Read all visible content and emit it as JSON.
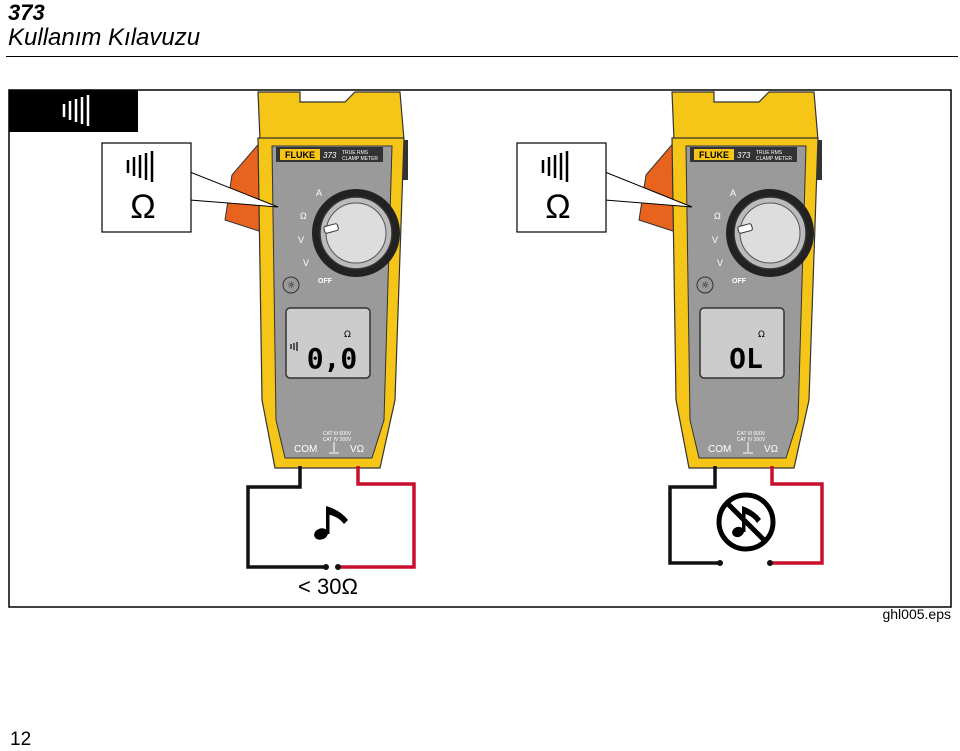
{
  "header": {
    "model": "373",
    "title": "Kullanım Kılavuzu"
  },
  "figure": {
    "caption": "ghl005.eps",
    "function_symbol": "Ω",
    "meters": [
      {
        "brand": "FLUKE",
        "model": "373",
        "subtitle_1": "TRUE RMS",
        "subtitle_2": "CLAMP METER",
        "display_unit": "Ω",
        "display_value": "0,0",
        "beeper_on": true,
        "tone": "note-icon"
      },
      {
        "brand": "FLUKE",
        "model": "373",
        "subtitle_1": "TRUE RMS",
        "subtitle_2": "CLAMP METER",
        "display_unit": "Ω",
        "display_value": "OL",
        "beeper_on": false,
        "tone": "no-note-icon"
      }
    ],
    "dial_labels": {
      "amps": "A",
      "ohm": "Ω",
      "vdc": "V",
      "vac": "V",
      "off": "OFF"
    },
    "terminal_labels": {
      "com": "COM",
      "vohm": "VΩ",
      "cat3": "CAT III 600V",
      "cat4": "CAT IV 300V"
    },
    "threshold": "< 30Ω"
  },
  "page_number": "12",
  "colors": {
    "meter_yellow": "#f5c518",
    "meter_gray": "#9a9a9a",
    "jaw_orange": "#e8641e",
    "lead_red": "#c8102e"
  }
}
